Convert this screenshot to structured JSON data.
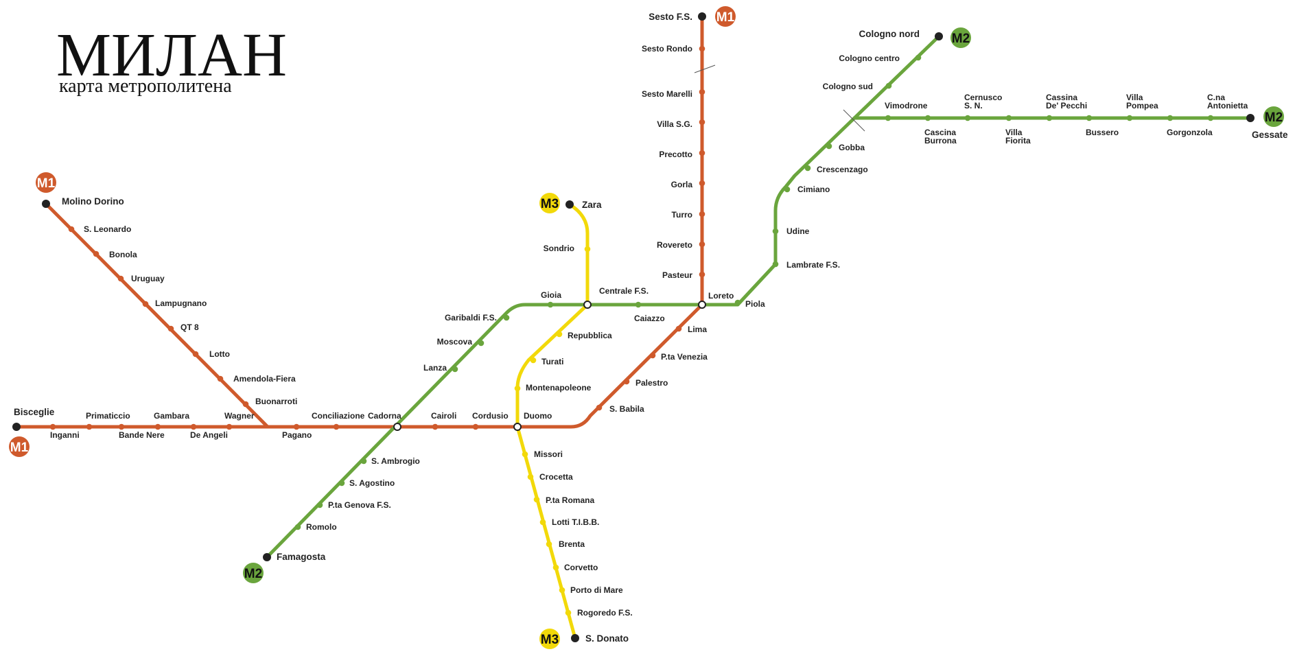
{
  "title": "МИЛАН",
  "subtitle": "карта метрополитена",
  "colors": {
    "m1": "#cf5a2c",
    "m2": "#6aa53d",
    "m3": "#f2d90a",
    "terminus": "#222222"
  },
  "lines": [
    {
      "id": "m1",
      "badge": "M1",
      "color": "#cf5a2c",
      "badge_text_color": "#ffffff"
    },
    {
      "id": "m2",
      "badge": "M2",
      "color": "#6aa53d",
      "badge_text_color": "#111111"
    },
    {
      "id": "m3",
      "badge": "M3",
      "color": "#f2d90a",
      "badge_text_color": "#111111"
    }
  ],
  "stations": [
    {
      "id": "sesto-fs",
      "name": "Sesto F.S."
    },
    {
      "id": "sesto-rondo",
      "name": "Sesto Rondo"
    },
    {
      "id": "sesto-marelli",
      "name": "Sesto Marelli"
    },
    {
      "id": "villa-sg",
      "name": "Villa S.G."
    },
    {
      "id": "precotto",
      "name": "Precotto"
    },
    {
      "id": "gorla",
      "name": "Gorla"
    },
    {
      "id": "turro",
      "name": "Turro"
    },
    {
      "id": "rovereto",
      "name": "Rovereto"
    },
    {
      "id": "pasteur",
      "name": "Pasteur"
    },
    {
      "id": "loreto",
      "name": "Loreto"
    },
    {
      "id": "lima",
      "name": "Lima"
    },
    {
      "id": "pta-venezia",
      "name": "P.ta Venezia"
    },
    {
      "id": "palestro",
      "name": "Palestro"
    },
    {
      "id": "s-babila",
      "name": "S. Babila"
    },
    {
      "id": "duomo",
      "name": "Duomo"
    },
    {
      "id": "cordusio",
      "name": "Cordusio"
    },
    {
      "id": "cairoli",
      "name": "Cairoli"
    },
    {
      "id": "cadorna",
      "name": "Cadorna"
    },
    {
      "id": "conciliazione",
      "name": "Conciliazione"
    },
    {
      "id": "pagano",
      "name": "Pagano"
    },
    {
      "id": "wagner",
      "name": "Wagner"
    },
    {
      "id": "de-angeli",
      "name": "De Angeli"
    },
    {
      "id": "gambara",
      "name": "Gambara"
    },
    {
      "id": "bande-nere",
      "name": "Bande Nere"
    },
    {
      "id": "primaticcio",
      "name": "Primaticcio"
    },
    {
      "id": "inganni",
      "name": "Inganni"
    },
    {
      "id": "bisceglie",
      "name": "Bisceglie"
    },
    {
      "id": "buonarroti",
      "name": "Buonarroti"
    },
    {
      "id": "amendola-fiera",
      "name": "Amendola-Fiera"
    },
    {
      "id": "lotto",
      "name": "Lotto"
    },
    {
      "id": "qt8",
      "name": "QT 8"
    },
    {
      "id": "lampugnano",
      "name": "Lampugnano"
    },
    {
      "id": "uruguay",
      "name": "Uruguay"
    },
    {
      "id": "bonola",
      "name": "Bonola"
    },
    {
      "id": "s-leonardo",
      "name": "S. Leonardo"
    },
    {
      "id": "molino-dorino",
      "name": "Molino Dorino"
    },
    {
      "id": "cologno-nord",
      "name": "Cologno nord"
    },
    {
      "id": "cologno-centro",
      "name": "Cologno centro"
    },
    {
      "id": "cologno-sud",
      "name": "Cologno sud"
    },
    {
      "id": "vimodrone",
      "name": "Vimodrone"
    },
    {
      "id": "cascina-burrona",
      "name": [
        "Cascina",
        "Burrona"
      ]
    },
    {
      "id": "cernusco-sn",
      "name": [
        "Cernusco",
        "S. N."
      ]
    },
    {
      "id": "villa-fiorita",
      "name": [
        "Villa",
        "Fiorita"
      ]
    },
    {
      "id": "cassina-de-pecchi",
      "name": [
        "Cassina",
        "De' Pecchi"
      ]
    },
    {
      "id": "bussero",
      "name": "Bussero"
    },
    {
      "id": "villa-pompea",
      "name": [
        "Villa",
        "Pompea"
      ]
    },
    {
      "id": "gorgonzola",
      "name": "Gorgonzola"
    },
    {
      "id": "cna-antonietta",
      "name": [
        "C.na",
        "Antonietta"
      ]
    },
    {
      "id": "gessate",
      "name": "Gessate"
    },
    {
      "id": "gobba",
      "name": "Gobba"
    },
    {
      "id": "crescenzago",
      "name": "Crescenzago"
    },
    {
      "id": "cimiano",
      "name": "Cimiano"
    },
    {
      "id": "udine",
      "name": "Udine"
    },
    {
      "id": "lambrate-fs",
      "name": "Lambrate F.S."
    },
    {
      "id": "piola",
      "name": "Piola"
    },
    {
      "id": "caiazzo",
      "name": "Caiazzo"
    },
    {
      "id": "centrale-fs",
      "name": "Centrale F.S."
    },
    {
      "id": "gioia",
      "name": "Gioia"
    },
    {
      "id": "garibaldi-fs",
      "name": "Garibaldi F.S."
    },
    {
      "id": "moscova",
      "name": "Moscova"
    },
    {
      "id": "lanza",
      "name": "Lanza"
    },
    {
      "id": "s-ambrogio",
      "name": "S. Ambrogio"
    },
    {
      "id": "s-agostino",
      "name": "S. Agostino"
    },
    {
      "id": "pta-genova-fs",
      "name": "P.ta Genova F.S."
    },
    {
      "id": "romolo",
      "name": "Romolo"
    },
    {
      "id": "famagosta",
      "name": "Famagosta"
    },
    {
      "id": "zara",
      "name": "Zara"
    },
    {
      "id": "sondrio",
      "name": "Sondrio"
    },
    {
      "id": "repubblica",
      "name": "Repubblica"
    },
    {
      "id": "turati",
      "name": "Turati"
    },
    {
      "id": "montenapoleone",
      "name": "Montenapoleone"
    },
    {
      "id": "missori",
      "name": "Missori"
    },
    {
      "id": "crocetta",
      "name": "Crocetta"
    },
    {
      "id": "pta-romana",
      "name": "P.ta Romana"
    },
    {
      "id": "lotti-tibb",
      "name": "Lotti T.I.B.B."
    },
    {
      "id": "brenta",
      "name": "Brenta"
    },
    {
      "id": "corvetto",
      "name": "Corvetto"
    },
    {
      "id": "porto-di-mare",
      "name": "Porto di Mare"
    },
    {
      "id": "rogoredo-fs",
      "name": "Rogoredo F.S."
    },
    {
      "id": "s-donato",
      "name": "S. Donato"
    }
  ]
}
